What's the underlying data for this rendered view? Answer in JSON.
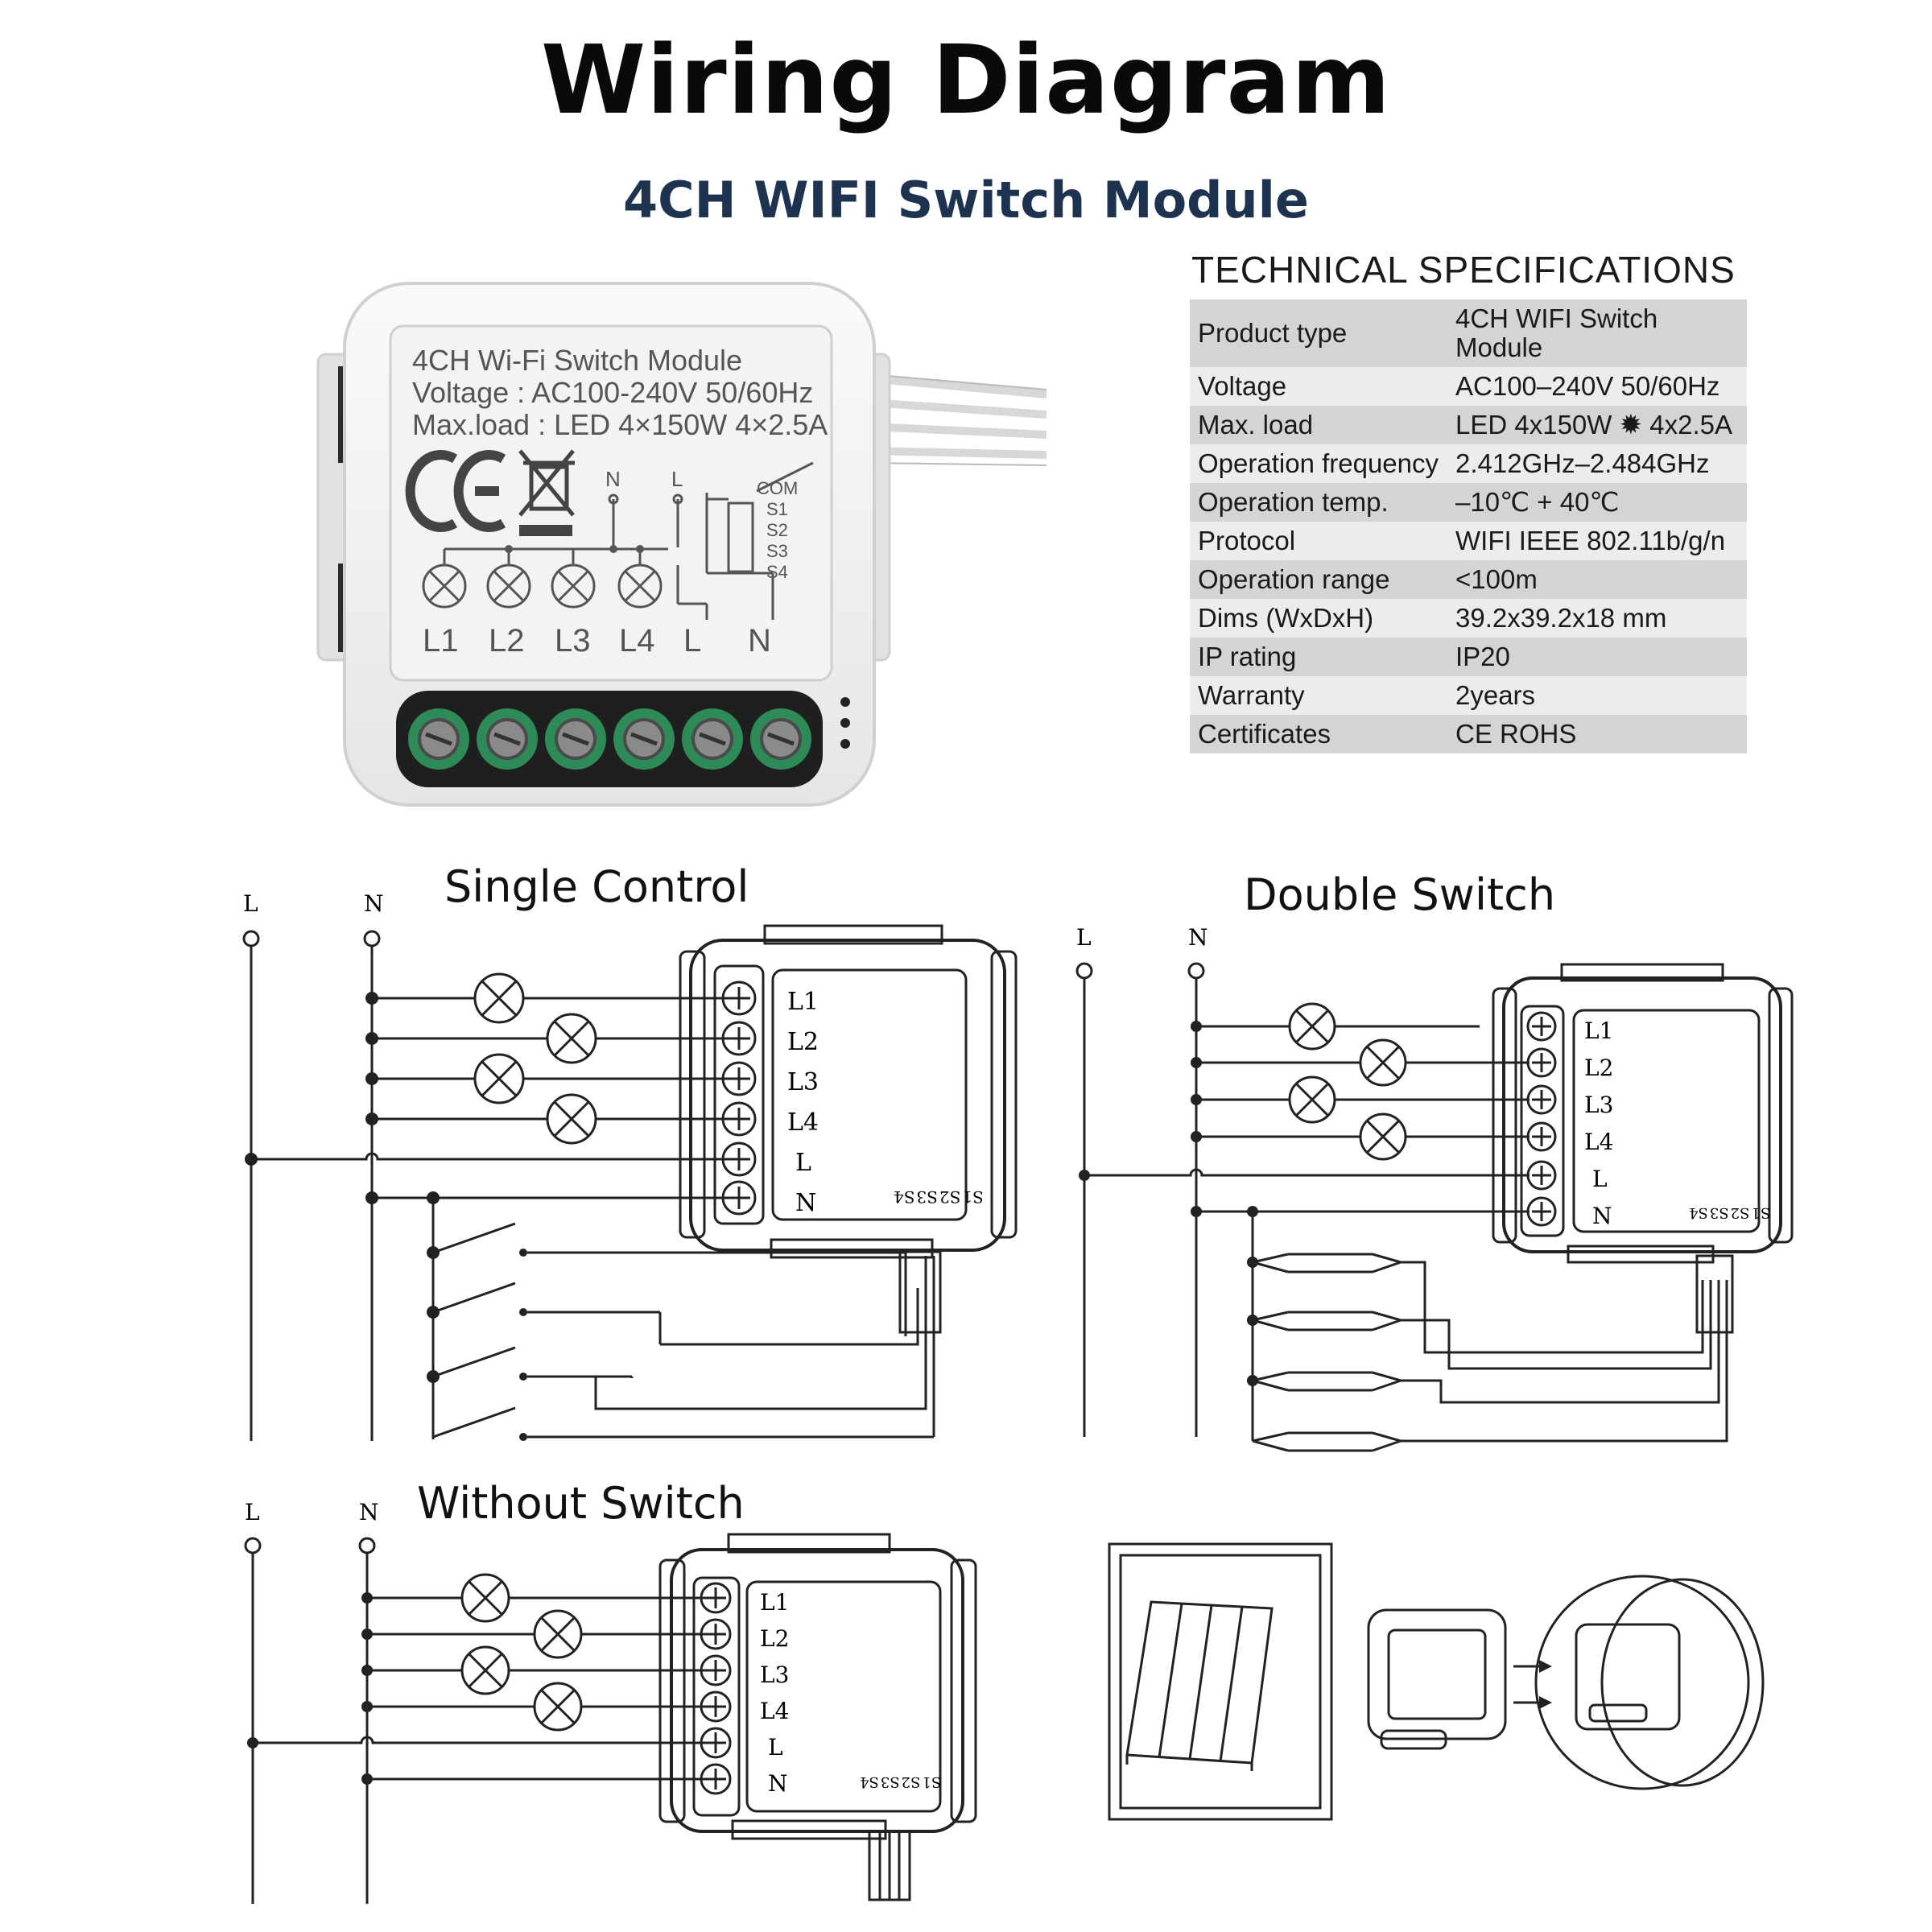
{
  "header": {
    "title": "Wiring Diagram",
    "subtitle": "4CH WIFI Switch Module"
  },
  "device_label": {
    "line1": "4CH Wi-Fi Switch Module",
    "line2": "Voltage : AC100-240V 50/60Hz",
    "line3": "Max.load : LED 4×150W 4×2.5A",
    "ce_mark": "CE",
    "terminals": [
      "L1",
      "L2",
      "L3",
      "L4",
      "L",
      "N"
    ],
    "top_n": "N",
    "top_l": "L",
    "switch_pins": [
      "COM",
      "S1",
      "S2",
      "S3",
      "S4"
    ]
  },
  "specs": {
    "title": "TECHNICAL SPECIFICATIONS",
    "rows": [
      {
        "label": "Product type",
        "value": "4CH WIFI Switch Module"
      },
      {
        "label": "Voltage",
        "value": "AC100–240V 50/60Hz"
      },
      {
        "label": "Max. load",
        "value_a": "LED 4x150W",
        "value_b": "4x2.5A"
      },
      {
        "label": "Operation frequency",
        "value": "2.412GHz–2.484GHz"
      },
      {
        "label": "Operation temp.",
        "value": "–10℃ + 40℃"
      },
      {
        "label": "Protocol",
        "value": "WIFI  IEEE 802.11b/g/n"
      },
      {
        "label": "Operation range",
        "value": "<100m"
      },
      {
        "label": "Dims (WxDxH)",
        "value": "39.2x39.2x18 mm"
      },
      {
        "label": "IP rating",
        "value": "IP20"
      },
      {
        "label": "Warranty",
        "value": "2years"
      },
      {
        "label": "Certificates",
        "value": "CE ROHS"
      }
    ]
  },
  "sections": {
    "single": "Single Control",
    "double": "Double Switch",
    "without": "Without Switch"
  },
  "wiring": {
    "line_label": "L",
    "neutral_label": "N",
    "terminals": [
      "L1",
      "L2",
      "L3",
      "L4",
      "L",
      "N"
    ],
    "switch_pins": [
      "S1",
      "S2",
      "S3",
      "S4"
    ]
  },
  "colors": {
    "title": "#0a0a0a",
    "subtitle": "#1d3350",
    "terminal_green": "#2e8b57",
    "table_dark": "#d4d4d4",
    "table_light": "#ececec"
  }
}
